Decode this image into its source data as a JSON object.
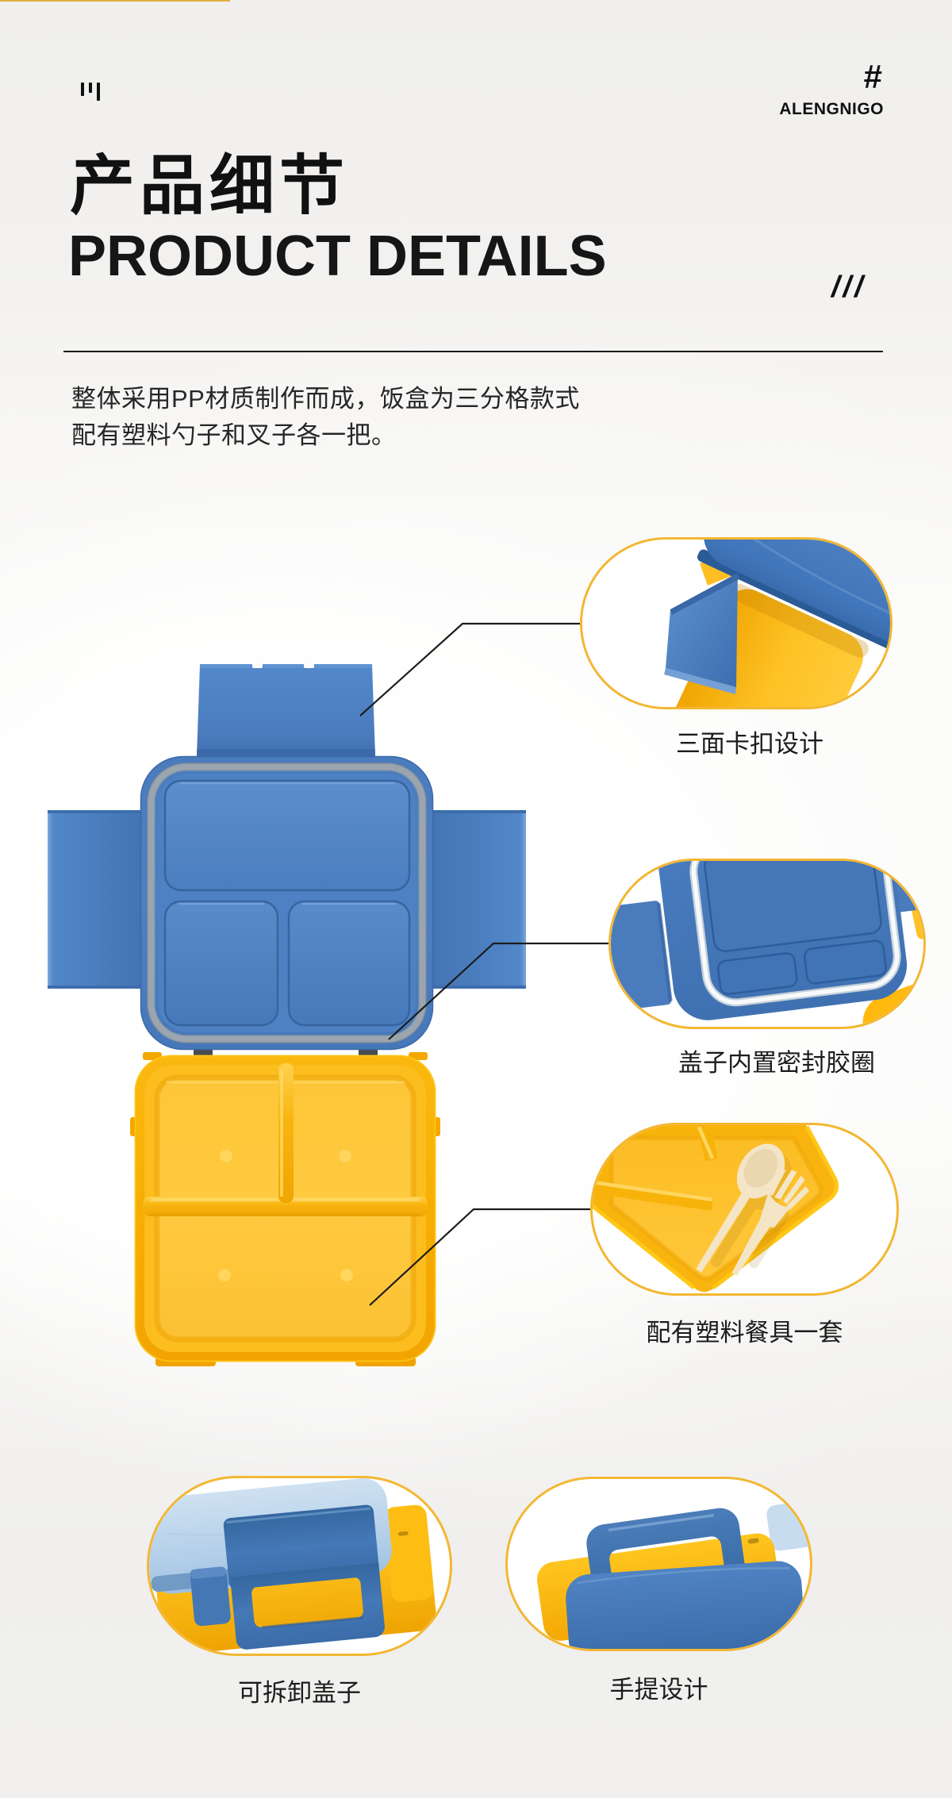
{
  "page": {
    "background": "#f1f0ee",
    "accent_yellow": "#f3b733",
    "text_black": "#111111"
  },
  "header": {
    "deco_bars_icon": "three-vertical-strokes",
    "hash": "#",
    "brand": "ALENGNIGO"
  },
  "title": {
    "cn": "产品细节",
    "en": "PRODUCT DETAILS",
    "slashes": "///"
  },
  "intro": {
    "line1": "整体采用PP材质制作而成，饭盒为三分格款式",
    "line2": "配有塑料勺子和叉子各一把。"
  },
  "product": {
    "description": "three-compartment bento lunch box, blue lid with three flaps opened, yellow container below",
    "colors": {
      "lid_blue": "#4d80c2",
      "lid_blue_dark": "#3a69a8",
      "gasket_gray": "#9aa4ae",
      "box_yellow": "#f9b40e",
      "box_yellow_bright": "#ffc83e",
      "pale_blue_lid": "#b5cfe9"
    }
  },
  "callouts": [
    {
      "label": "三面卡扣设计"
    },
    {
      "label": "盖子内置密封胶圈"
    },
    {
      "label": "配有塑料餐具一套"
    },
    {
      "label": "可拆卸盖子"
    },
    {
      "label": "手提设计"
    }
  ]
}
